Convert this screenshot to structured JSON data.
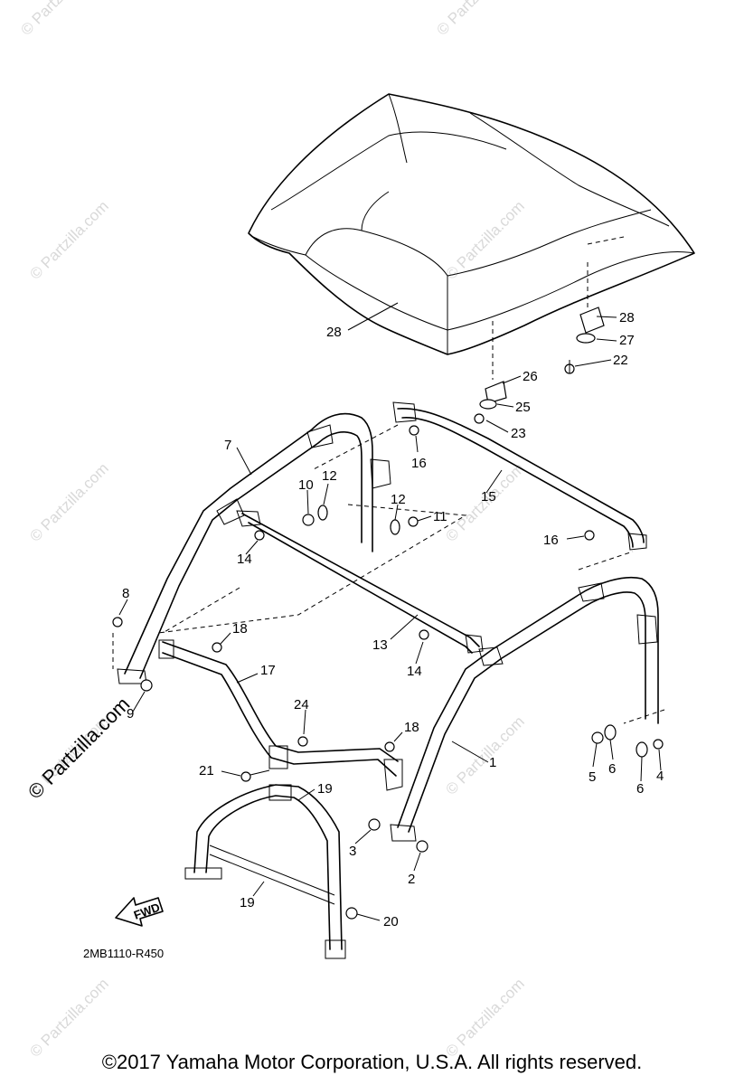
{
  "diagram_code": "2MB1110-R450",
  "copyright": "©2017  Yamaha Motor Corporation, U.S.A. All rights reserved.",
  "watermark": "© Partzilla.com",
  "side_watermark": "© Partzilla.com",
  "direction_arrow": "FWD",
  "callouts": [
    "1",
    "2",
    "3",
    "4",
    "5",
    "6",
    "6",
    "7",
    "8",
    "9",
    "10",
    "11",
    "12",
    "12",
    "13",
    "14",
    "14",
    "15",
    "16",
    "16",
    "17",
    "18",
    "18",
    "19",
    "19",
    "20",
    "21",
    "22",
    "23",
    "24",
    "25",
    "26",
    "27",
    "28",
    "28"
  ]
}
